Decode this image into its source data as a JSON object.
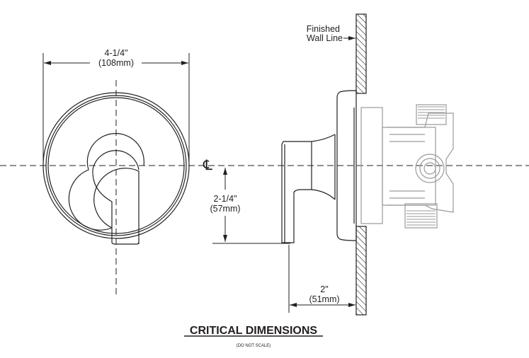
{
  "dimensions": {
    "width_in": "4-1/4\"",
    "width_mm": "(108mm)",
    "drop_in": "2-1/4\"",
    "drop_mm": "(57mm)",
    "depth_in": "2\"",
    "depth_mm": "(51mm)"
  },
  "labels": {
    "wall_line_1": "Finished",
    "wall_line_2": "Wall Line",
    "centerline": "℄"
  },
  "footer": {
    "title": "CRITICAL DIMENSIONS",
    "subtitle": "(DO NOT SCALE)"
  },
  "colors": {
    "line": "#231f20",
    "valve": "#9a9a9a"
  }
}
